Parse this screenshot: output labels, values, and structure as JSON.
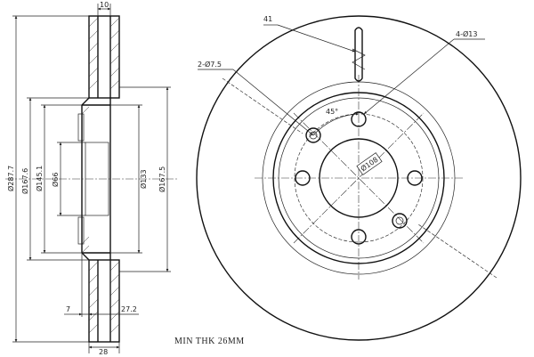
{
  "section_view": {
    "dim_top_width": "10",
    "dim_outer_dia": "Ø287.7",
    "dim_friction_inner_dia": "Ø167.6",
    "dim_hat_dia": "Ø145.1",
    "dim_center_bore": "Ø66",
    "dim_hat_inner": "Ø133",
    "dim_ring_dia": "Ø167.5",
    "dim_flange_thk": "7",
    "dim_hat_height": "27.2",
    "dim_total_thk": "28"
  },
  "front_view": {
    "slot_label": "41",
    "pin_holes_label": "2-Ø7.5",
    "bolt_holes_label": "4-Ø13",
    "angle_label": "45°",
    "pcd_label": "Ø108"
  },
  "note": "MIN THK 26MM"
}
